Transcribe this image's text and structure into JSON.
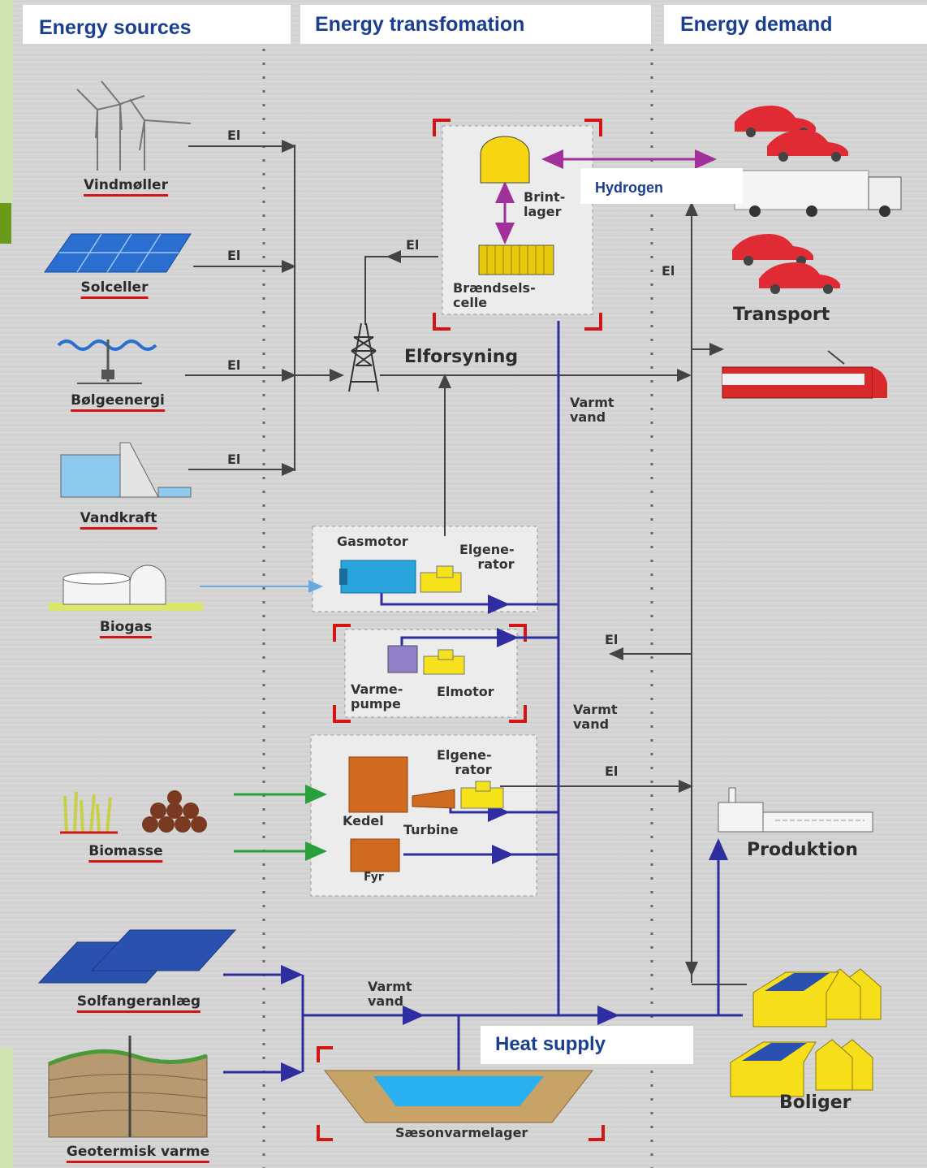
{
  "headers": {
    "sources": "Energy sources",
    "transformation": "Energy transfomation",
    "demand": "Energy demand"
  },
  "overlays": {
    "hydrogen": "Hydrogen",
    "heat_supply": "Heat supply"
  },
  "sources": [
    "Vindmøller",
    "Solceller",
    "Bølgeenergi",
    "Vandkraft",
    "Biogas",
    "Biomasse",
    "Solfangeranlæg",
    "Geotermisk varme"
  ],
  "flows": {
    "el": "El",
    "varmt": "Varmt",
    "vand": "vand"
  },
  "transform": {
    "brint_line1": "Brint-",
    "brint_line2": "lager",
    "fuelcell_line1": "Brændsels-",
    "fuelcell_line2": "celle",
    "power_supply": "Elforsyning",
    "gasmotor": "Gasmotor",
    "gen_line1": "Elgene-",
    "gen_line2": "rator",
    "heatpump_line1": "Varme-",
    "heatpump_line2": "pumpe",
    "elmotor": "Elmotor",
    "kedel": "Kedel",
    "turbine": "Turbine",
    "fyr": "Fyr",
    "seasonal": "Sæsonvarmelager"
  },
  "demand": {
    "transport": "Transport",
    "production": "Produktion",
    "homes": "Boliger"
  },
  "colors": {
    "header_text": "#1a3f8f",
    "electricity": "#444444",
    "hot_water": "#2e2ea0",
    "hydrogen": "#a0309a",
    "biomass_feed": "#28a03c",
    "biogas_feed": "#6aa8e0",
    "underline": "#d41515"
  }
}
